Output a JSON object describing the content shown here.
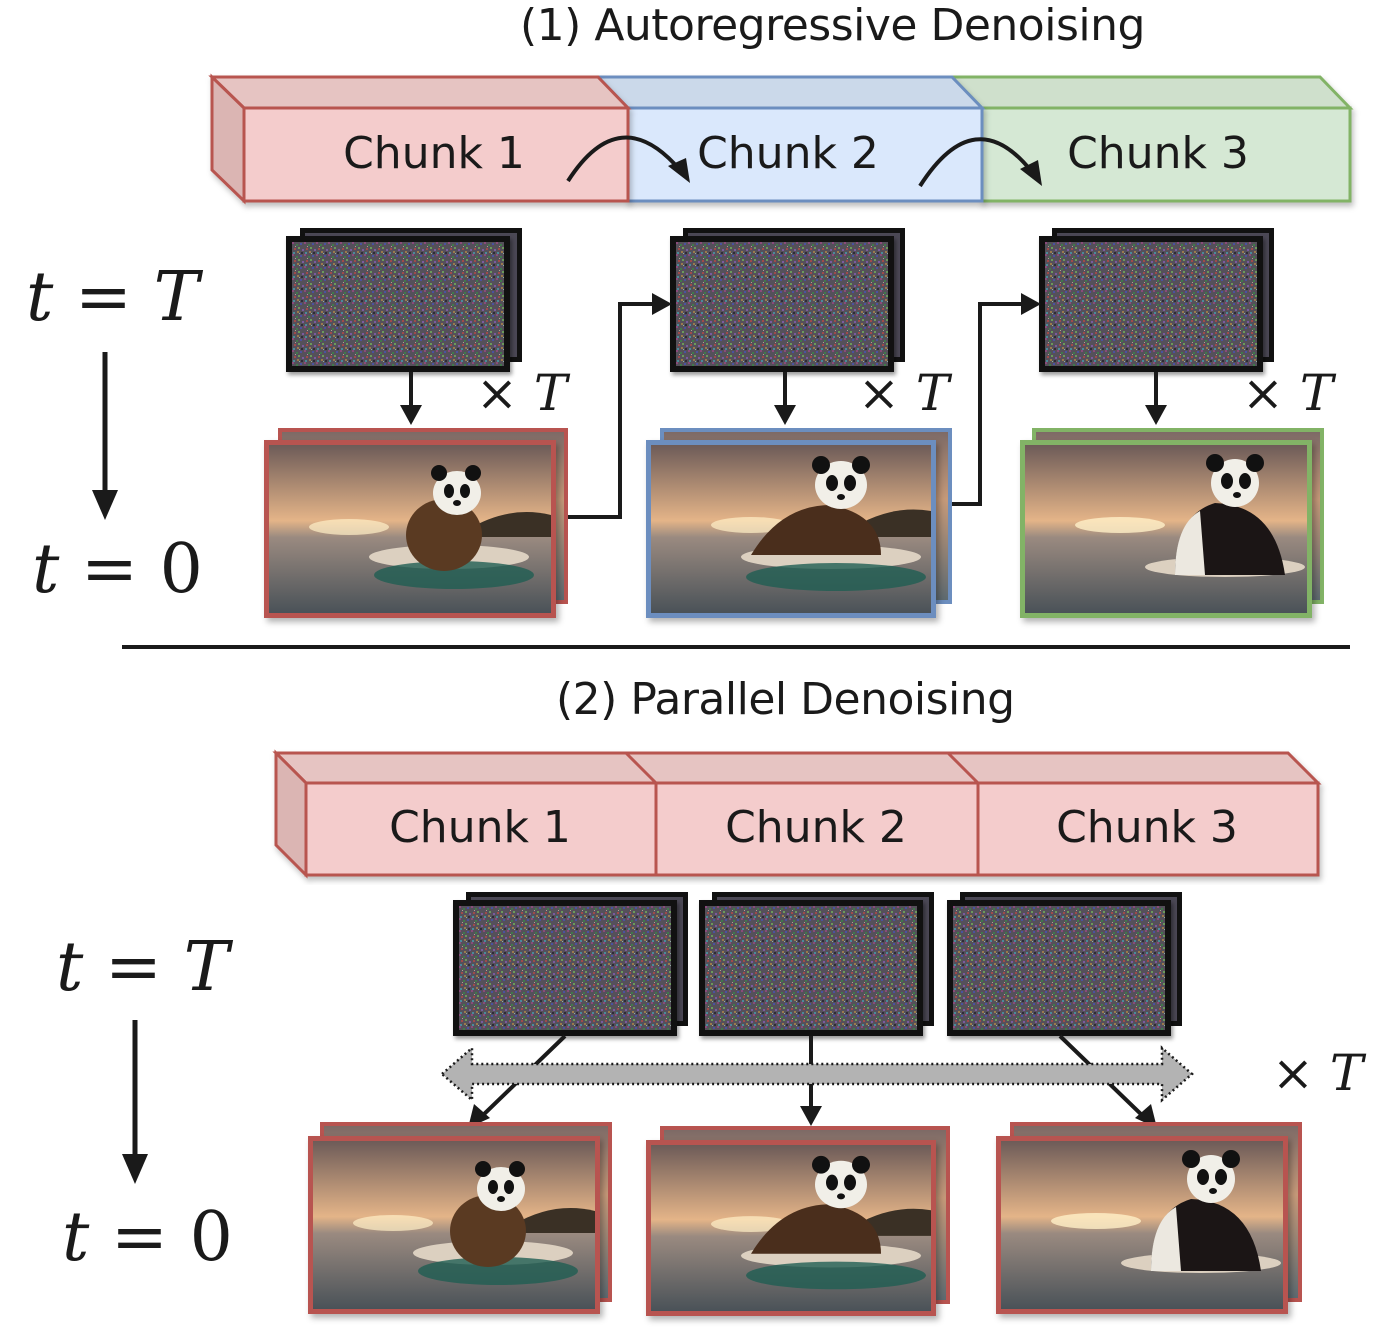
{
  "section1": {
    "title": "(1) Autoregressive Denoising",
    "chunks": [
      {
        "label": "Chunk 1",
        "color": "#b85450",
        "fill": "#f4cccc"
      },
      {
        "label": "Chunk 2",
        "color": "#6c8ebf",
        "fill": "#dae8fc"
      },
      {
        "label": "Chunk 3",
        "color": "#82b366",
        "fill": "#d5e8d4"
      }
    ],
    "time_start": {
      "var": "t",
      "eq": "=",
      "val": "T"
    },
    "time_end": {
      "var": "t",
      "eq": "=",
      "val": "0"
    },
    "repeat_labels": [
      {
        "times": "×",
        "var": "T"
      },
      {
        "times": "×",
        "var": "T"
      },
      {
        "times": "×",
        "var": "T"
      }
    ]
  },
  "section2": {
    "title": "(2) Parallel Denoising",
    "chunks": [
      {
        "label": "Chunk 1",
        "color": "#b85450",
        "fill": "#f4cccc"
      },
      {
        "label": "Chunk 2",
        "color": "#b85450",
        "fill": "#f4cccc"
      },
      {
        "label": "Chunk 3",
        "color": "#b85450",
        "fill": "#f4cccc"
      }
    ],
    "time_start": {
      "var": "t",
      "eq": "=",
      "val": "T"
    },
    "time_end": {
      "var": "t",
      "eq": "=",
      "val": "0"
    },
    "repeat_label": {
      "times": "×",
      "var": "T"
    }
  },
  "colors": {
    "red_border": "#b85450",
    "blue_border": "#6c8ebf",
    "green_border": "#82b366",
    "arrow": "#1a1a1a",
    "shared_arrow_fill": "#b3b3b3"
  }
}
